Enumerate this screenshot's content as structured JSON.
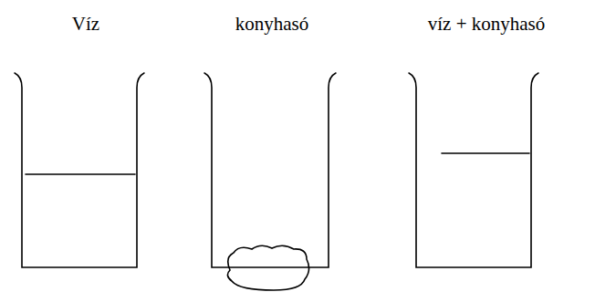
{
  "diagram": {
    "labels": [
      "Víz",
      "konyhasó",
      "víz + konyhasó"
    ]
  }
}
